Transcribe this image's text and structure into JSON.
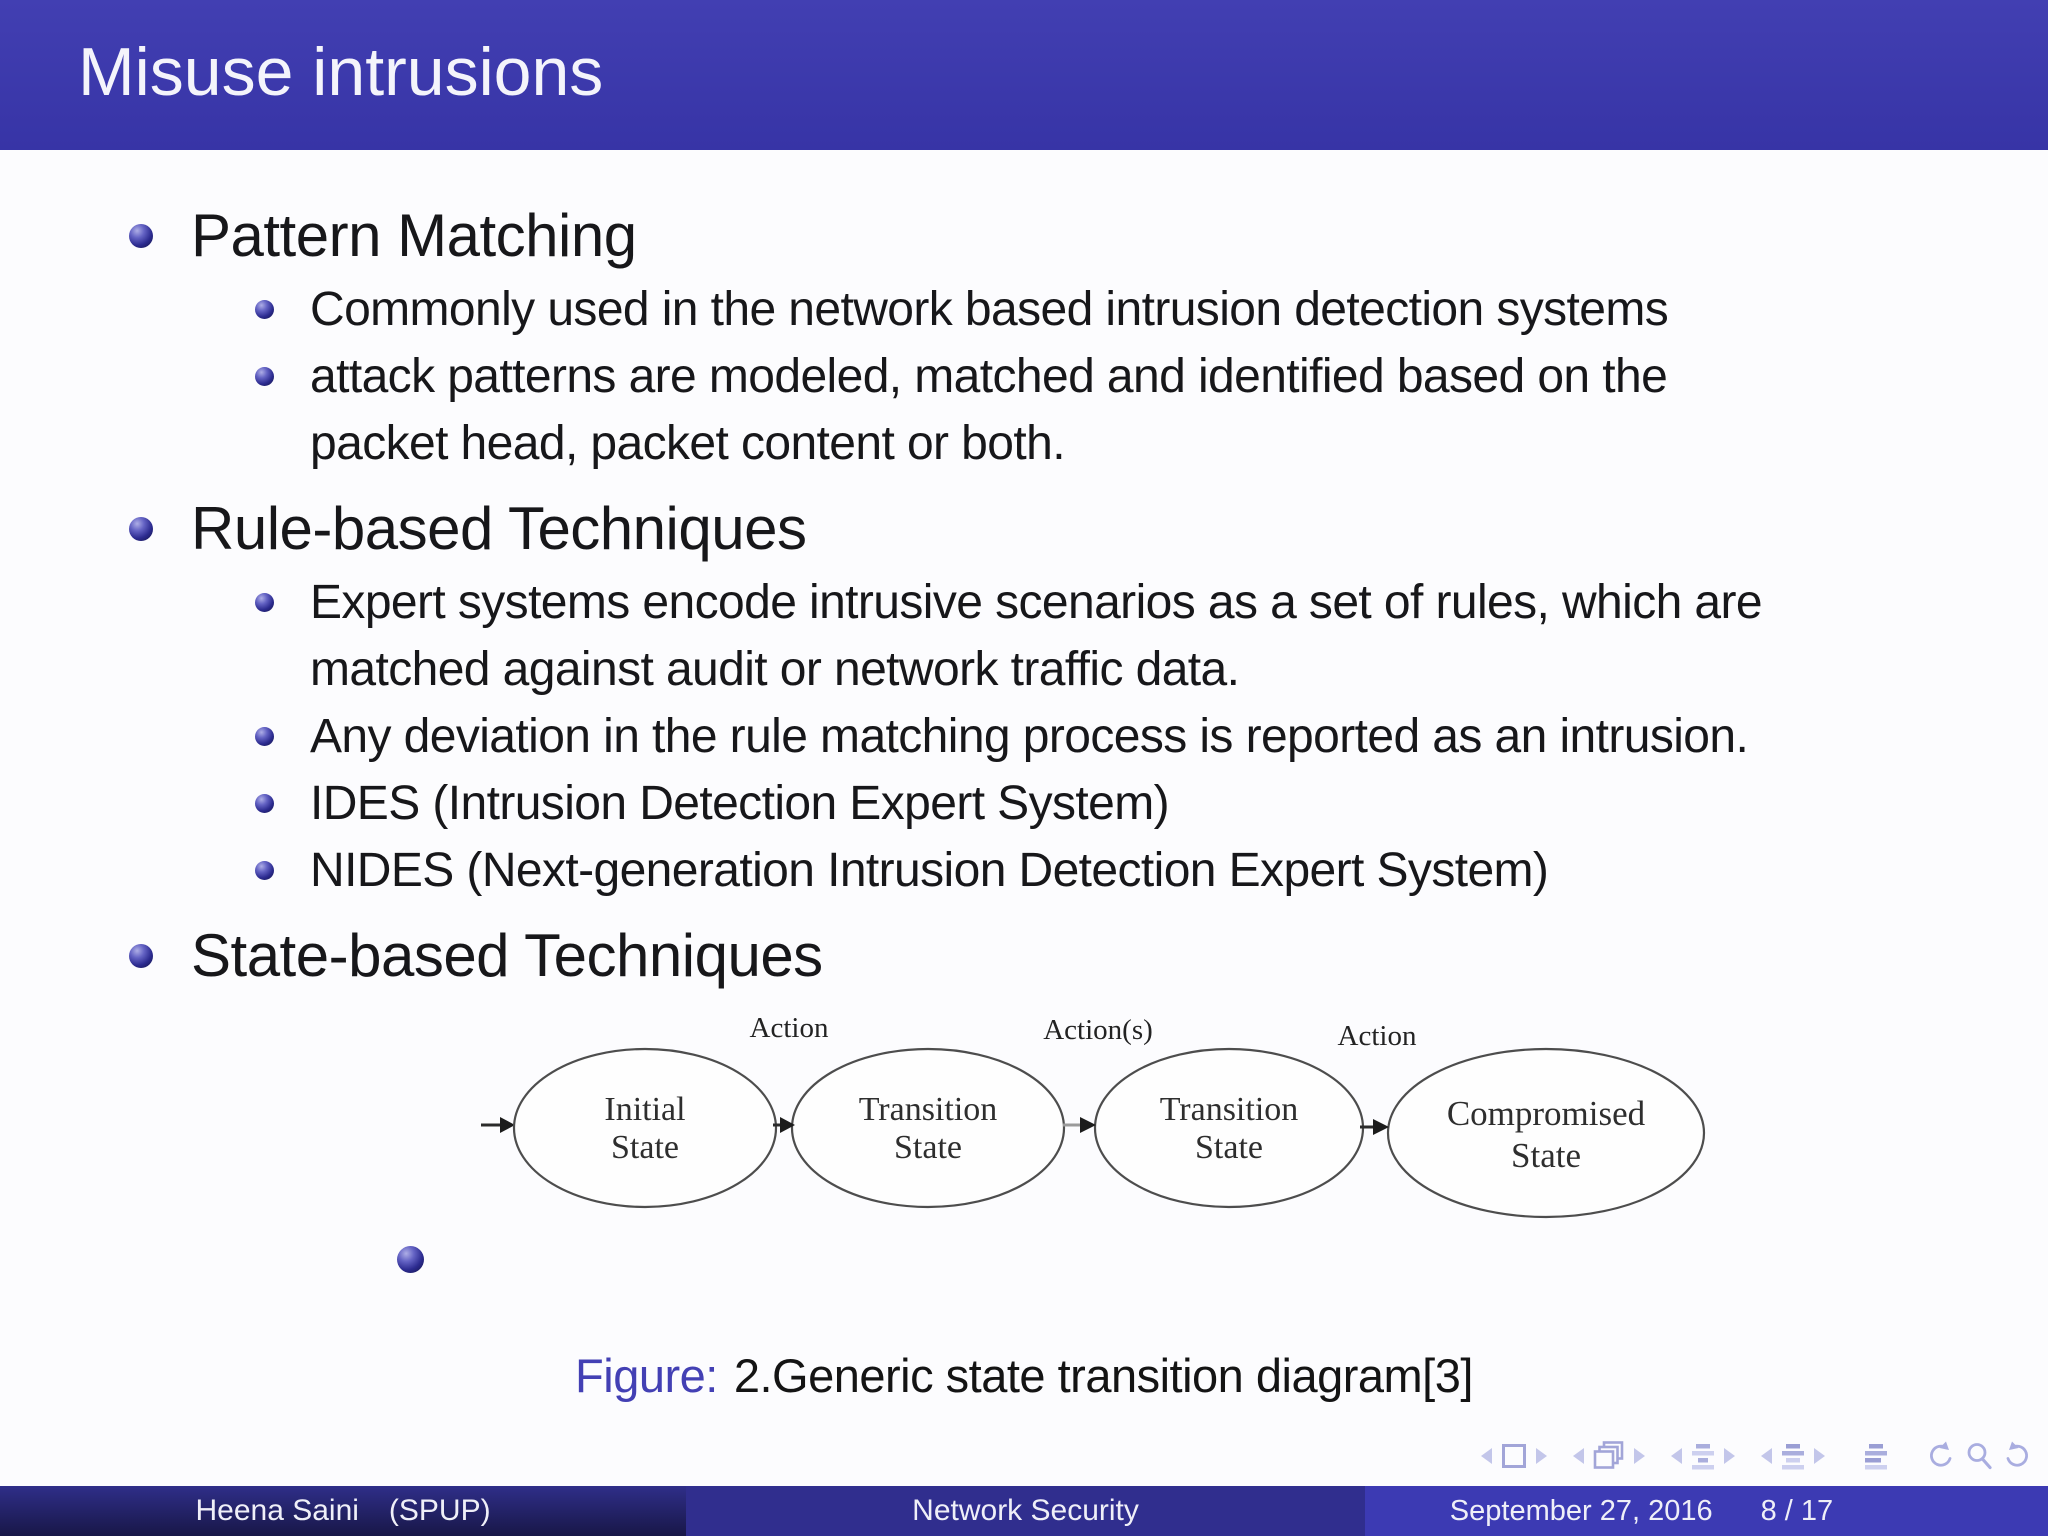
{
  "slide": {
    "title": "Misuse intrusions",
    "background_color": "#fcfcfe",
    "accent_color": "#3a38ac",
    "text_color": "#17171a"
  },
  "bullets": [
    {
      "label": "Pattern Matching",
      "children": [
        "Commonly used in the network based intrusion detection systems",
        "attack patterns are modeled, matched and identified based on the\npacket head, packet content or both."
      ]
    },
    {
      "label": "Rule-based Techniques",
      "children": [
        "Expert systems encode intrusive scenarios as a set of rules, which are\nmatched against audit or network traffic data.",
        "Any deviation in the rule matching process is reported as an intrusion.",
        "IDES (Intrusion Detection Expert System)",
        "NIDES (Next-generation Intrusion Detection Expert System)"
      ]
    },
    {
      "label": "State-based Techniques",
      "children": []
    }
  ],
  "figure": {
    "states": [
      {
        "line1": "Initial",
        "line2": "State"
      },
      {
        "line1": "Transition",
        "line2": "State"
      },
      {
        "line1": "Transition",
        "line2": "State"
      },
      {
        "line1": "Compromised",
        "line2": "State"
      }
    ],
    "actions": [
      "Action",
      "Action(s)",
      "Action"
    ],
    "caption_label": "Figure:",
    "caption_text": "2.Generic state transition diagram[3]"
  },
  "nav": {
    "icon_color": "#adb0df",
    "groups": [
      [
        "prev-slide-icon",
        "slide-frame-icon",
        "next-slide-icon"
      ],
      [
        "prev-frame-icon",
        "frame-stack-icon",
        "next-frame-icon"
      ],
      [
        "prev-section-icon",
        "section-list-icon",
        "next-section-icon"
      ],
      [
        "prev-subsection-icon",
        "subsection-list-icon",
        "next-subsection-icon"
      ],
      [
        "appendix-list-icon"
      ],
      [
        "history-back-icon",
        "search-icon",
        "history-forward-icon"
      ]
    ]
  },
  "footer": {
    "author": "Heena Saini",
    "institute": "(SPUP)",
    "short_title": "Network Security",
    "date": "September 27, 2016",
    "page": "8 / 17",
    "author_box_color": "#221f6d",
    "title_box_color": "#302e8e",
    "date_box_color": "#3c3ab3"
  }
}
